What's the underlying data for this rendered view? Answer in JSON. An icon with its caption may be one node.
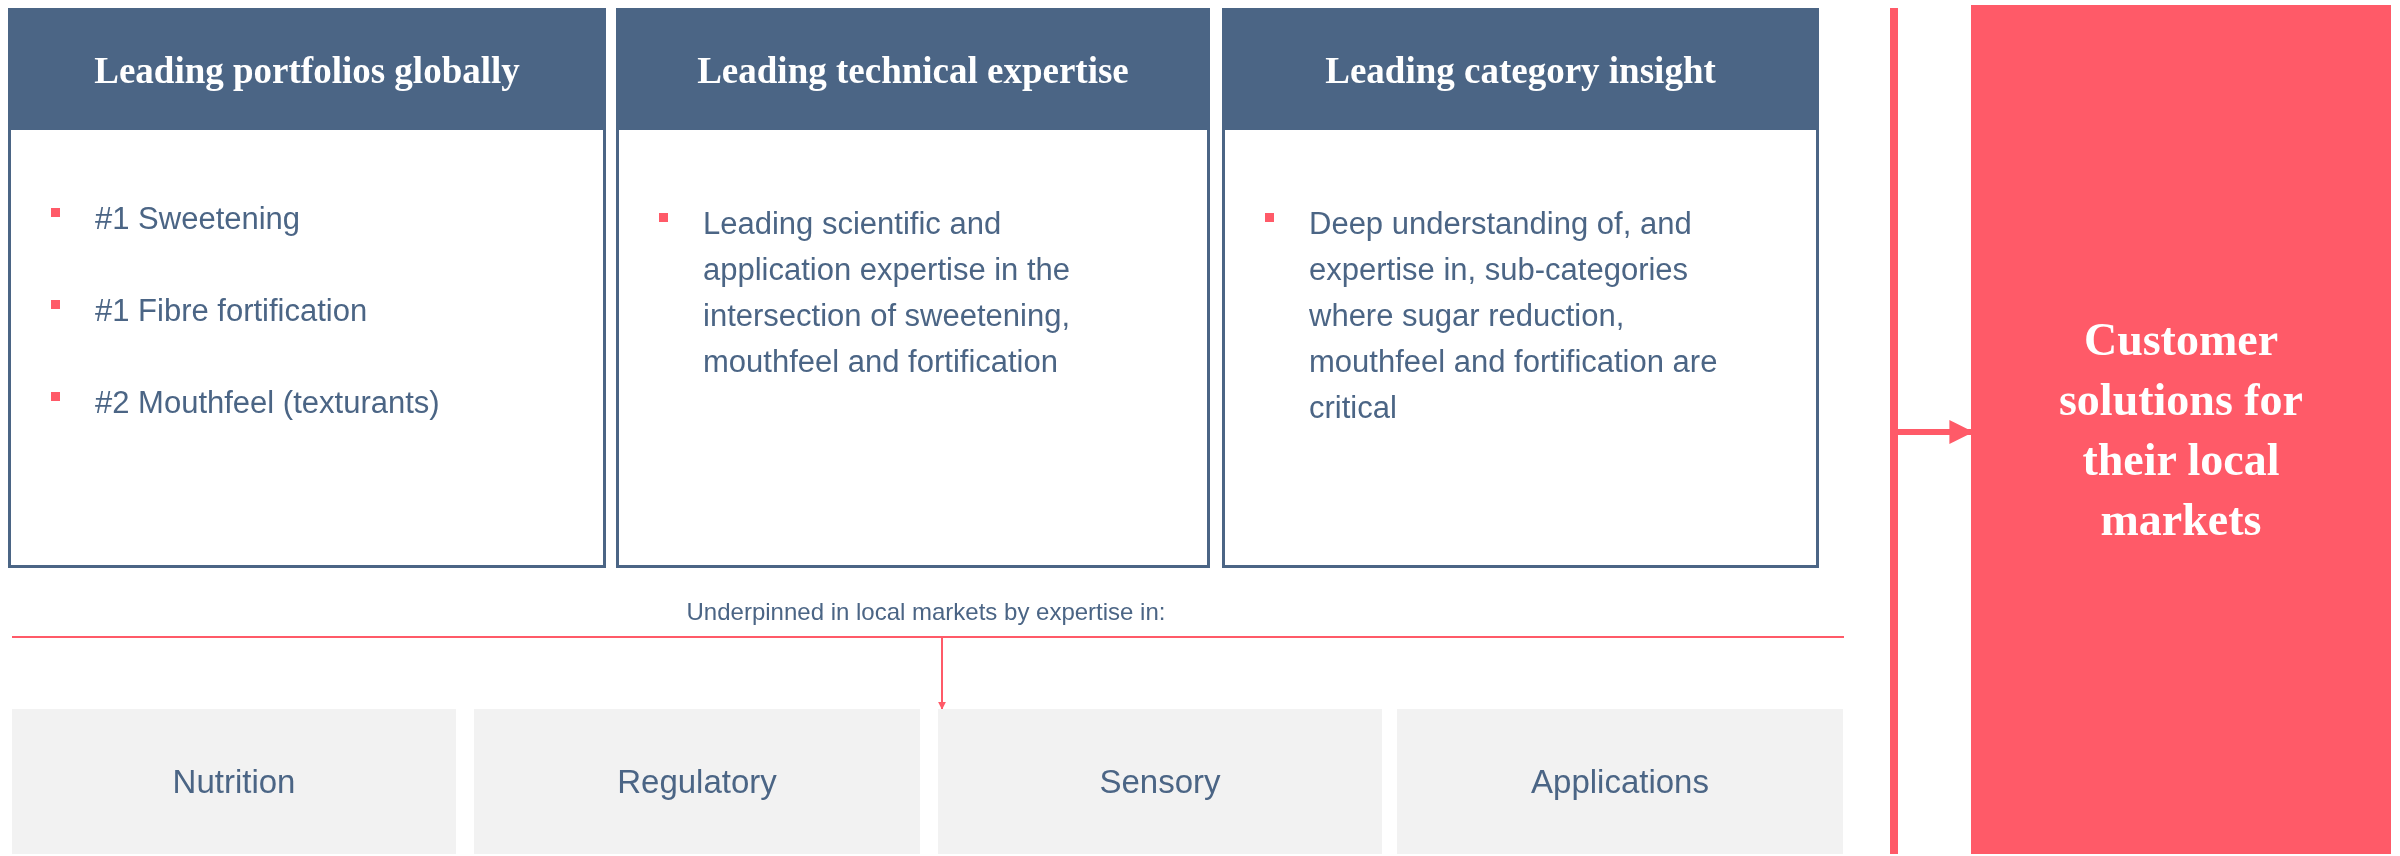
{
  "diagram": {
    "nodes": [
      {
        "text": [
          "Leading portfolios globally",
          "#1 Sweetening",
          "#1 Fibre fortification",
          "#2 Mouthfeel (texturants)"
        ]
      },
      {
        "text": [
          "Leading technical expertise",
          "Leading scientific and application expertise in the intersection of sweetening, mouthfeel and fortification"
        ]
      },
      {
        "text": [
          "Leading category insight",
          "Deep understanding of, and expertise in, sub-categories where sugar reduction, mouthfeel and fortification are critical"
        ]
      },
      {
        "text": [],
        "shape": "bar"
      },
      {
        "text": [
          "Nutrition"
        ]
      },
      {
        "text": [
          "Regulatory"
        ]
      },
      {
        "text": [
          "Sensory"
        ]
      },
      {
        "text": [
          "Applications"
        ]
      },
      {
        "text": [],
        "shape": "bar"
      },
      {
        "text": [
          "Customer solutions for their local markets"
        ]
      }
    ],
    "edges": [
      {
        "from": 3,
        "to": 6,
        "arrow": "to"
      },
      {
        "from": 8,
        "to": 9,
        "arrow": "to",
        "style": "thick"
      }
    ],
    "labels": [
      "Underpinned in local markets by expertise in:"
    ]
  }
}
